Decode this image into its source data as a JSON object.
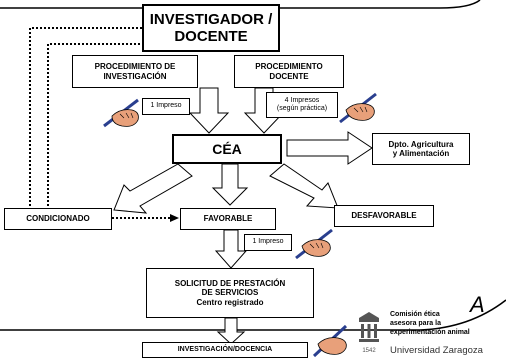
{
  "boxes": {
    "investigador": "INVESTIGADOR /\nDOCENTE",
    "proc_investigacion": "PROCEDIMIENTO DE\nINVESTIGACIÓN",
    "proc_docente": "PROCEDIMIENTO\nDOCENTE",
    "cea": "CÉA",
    "dpto": "Dpto. Agricultura\ny Alimentación",
    "condicionado": "CONDICIONADO",
    "favorable": "FAVORABLE",
    "desfavorable": "DESFAVORABLE",
    "solicitud": "SOLICITUD DE PRESTACIÓN\nDE SERVICIOS\nCentro registrado",
    "investigacion_docencia": "INVESTIGACIÓN/DOCENCIA"
  },
  "notes": {
    "impreso_1": "1 Impreso",
    "impresos_4": "4 Impresos\n(según práctica)",
    "impreso_favorable": "1 Impreso"
  },
  "logo": {
    "line1": "Comisión ética",
    "line2": "asesora para la",
    "line3": "experimentación animal",
    "university": "Universidad Zaragoza",
    "year": "1542"
  },
  "side_mark": "A",
  "colors": {
    "skin": "#e8a07a",
    "pen": "#2a3f8f",
    "emblem": "#555555"
  }
}
